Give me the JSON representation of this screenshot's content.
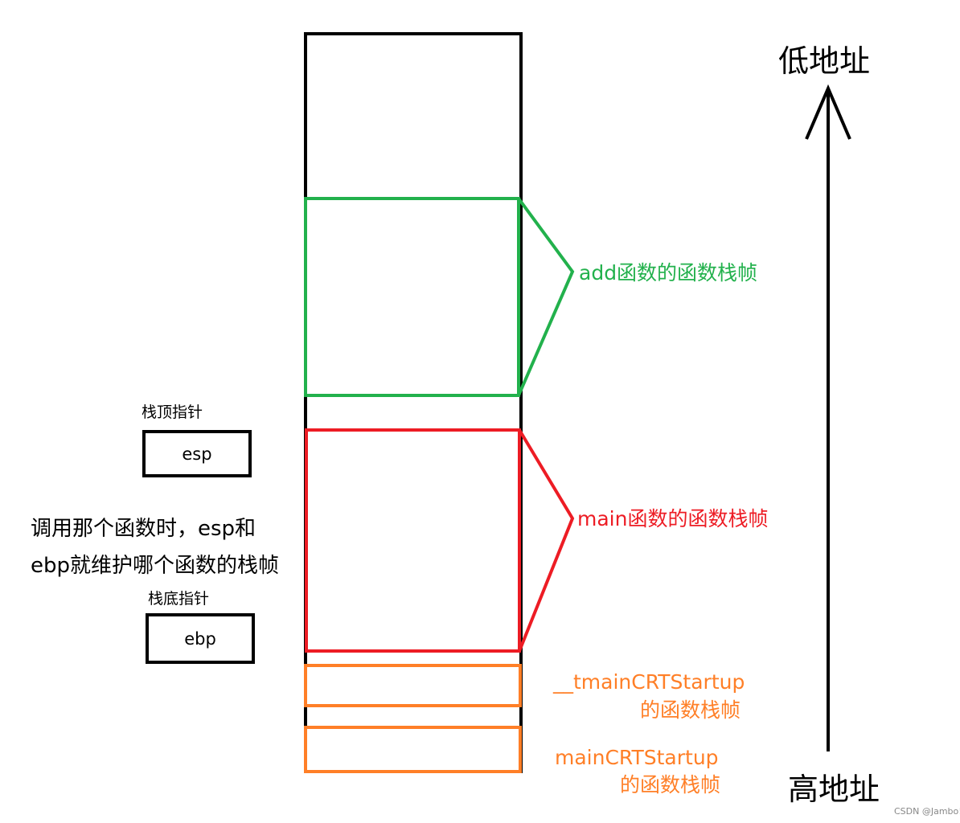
{
  "axis": {
    "top_label": "低地址",
    "bottom_label": "高地址"
  },
  "frames": [
    {
      "label": "add函数的函数栈帧",
      "color": "#22b14c"
    },
    {
      "label": "main函数的函数栈帧",
      "color": "#ed1c24"
    },
    {
      "label_line1": "__tmainCRTStartup",
      "label_line2": "的函数栈帧",
      "color": "#ff7f27"
    },
    {
      "label_line1": "mainCRTStartup",
      "label_line2": "的函数栈帧",
      "color": "#ff7f27"
    }
  ],
  "registers": {
    "esp": {
      "title": "栈顶指针",
      "name": "esp"
    },
    "ebp": {
      "title": "栈底指针",
      "name": "ebp"
    }
  },
  "note": {
    "line1": "调用那个函数时，esp和",
    "line2": "ebp就维护哪个函数的栈帧"
  },
  "watermark": "CSDN @Jambo!"
}
